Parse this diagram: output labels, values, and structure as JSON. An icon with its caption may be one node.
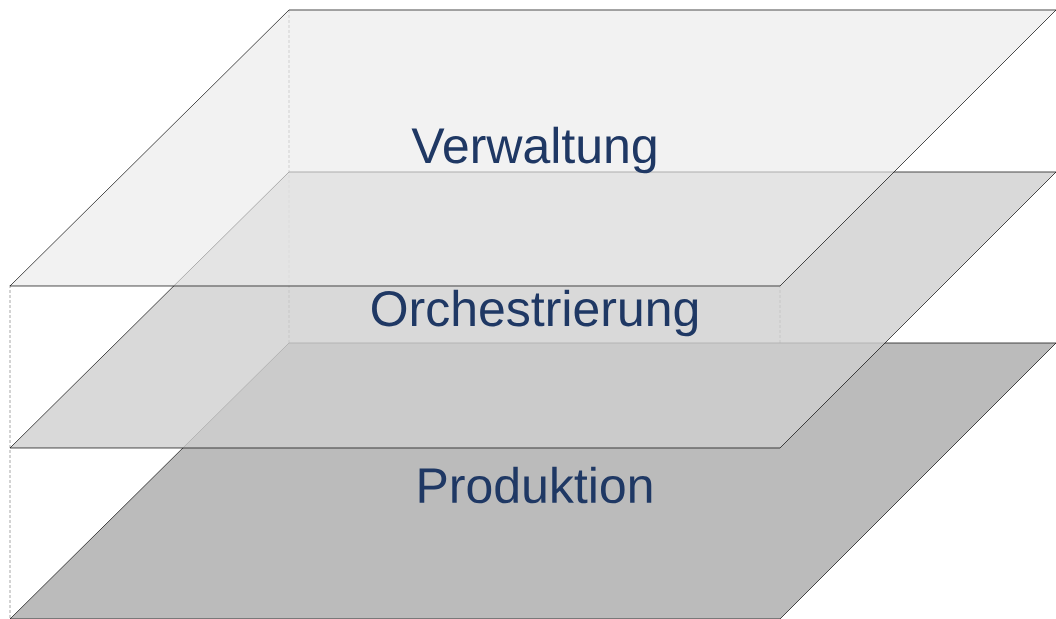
{
  "diagram": {
    "nodes": [
      {
        "text": [
          "Verwaltung"
        ]
      },
      {
        "text": [
          "Orchestrierung"
        ]
      },
      {
        "text": [
          "Produktion"
        ]
      }
    ]
  }
}
